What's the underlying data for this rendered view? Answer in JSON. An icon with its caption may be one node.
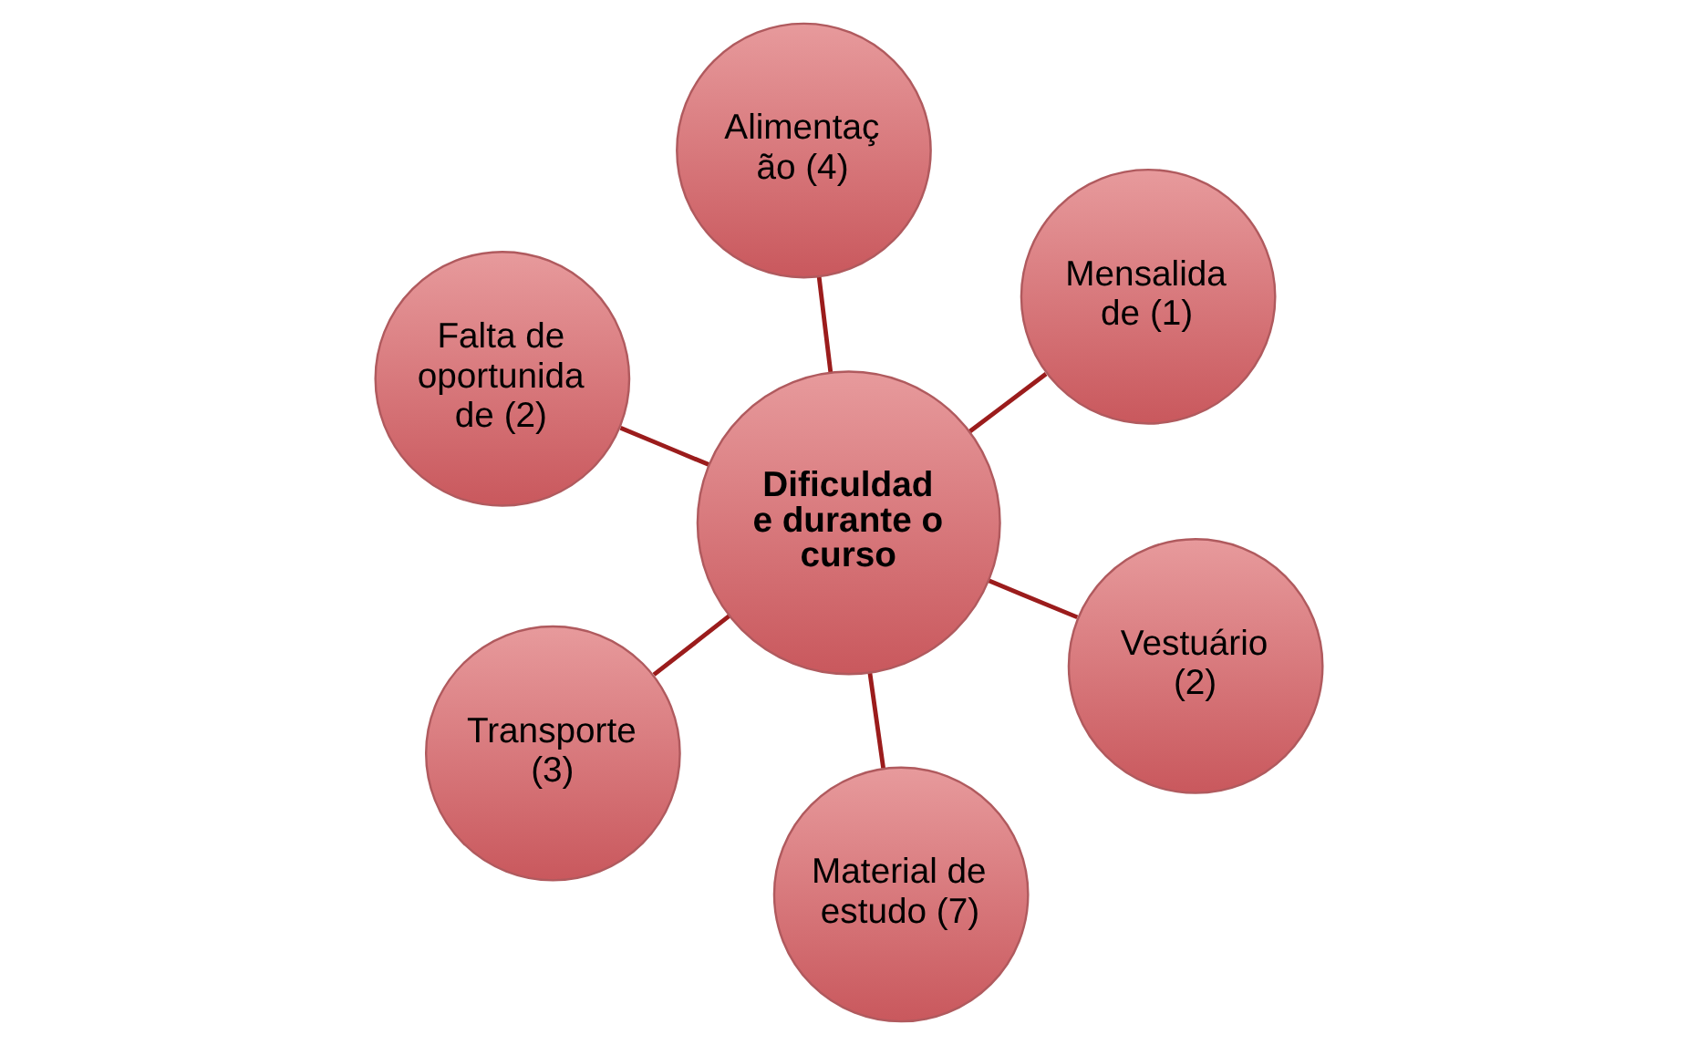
{
  "diagram": {
    "nodes": [
      {
        "text": [
          "Falta de oportunida de (2)"
        ]
      },
      {
        "text": [
          "Vestuário (2)"
        ]
      },
      {
        "text": [
          "Material de estudo (7)"
        ]
      },
      {
        "text": [
          "Dificuldad e durante o curso"
        ]
      },
      {
        "text": [
          "Mensalida de (1)"
        ]
      },
      {
        "text": [
          "Alimentaç ão (4)"
        ]
      },
      {
        "text": [
          "Transporte (3)"
        ]
      }
    ],
    "edges": [
      {
        "from": 3,
        "to": 0,
        "arrow": "none"
      },
      {
        "from": 3,
        "to": 1,
        "arrow": "none"
      },
      {
        "from": 3,
        "to": 2,
        "arrow": "none"
      },
      {
        "from": 3,
        "to": 4,
        "arrow": "none"
      },
      {
        "from": 3,
        "to": 5,
        "arrow": "none"
      },
      {
        "from": 3,
        "to": 6,
        "arrow": "none"
      }
    ]
  }
}
